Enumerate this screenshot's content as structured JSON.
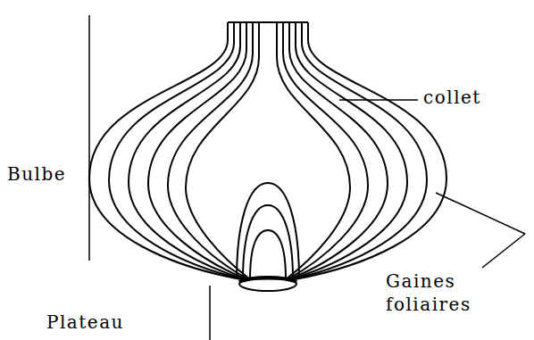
{
  "diagram": {
    "labels": [
      "Bulbe",
      "collet",
      "Gaines foliaires",
      "Plateau"
    ]
  }
}
